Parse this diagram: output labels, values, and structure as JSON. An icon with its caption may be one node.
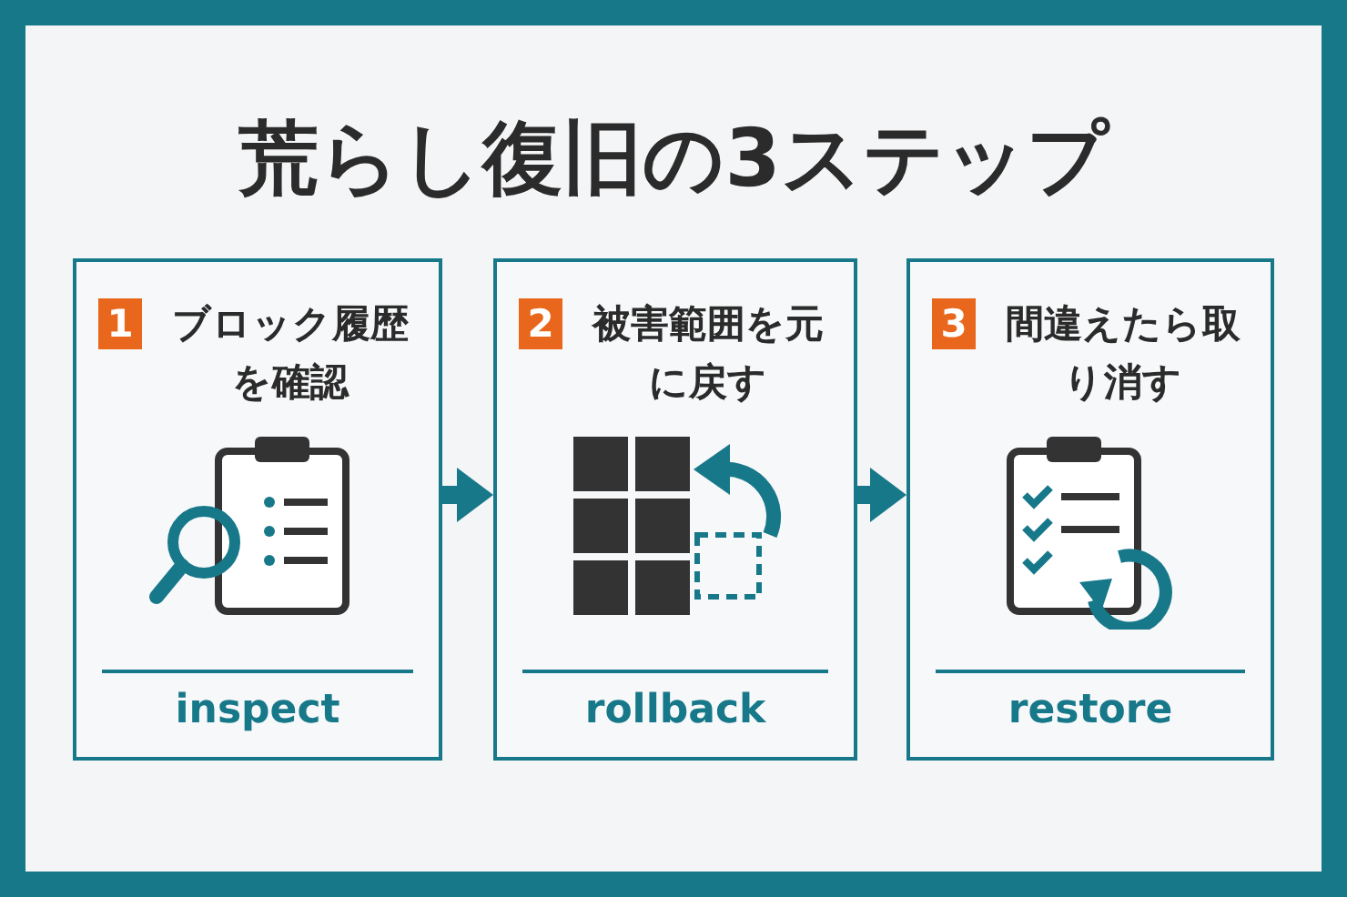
{
  "diagram": {
    "title": "荒らし復旧の3ステップ",
    "nodes": [
      {
        "text": [
          "1",
          "ブロック履歴を確認",
          "inspect"
        ]
      },
      {
        "text": [
          "2",
          "被害範囲を元に戻す",
          "rollback"
        ]
      },
      {
        "text": [
          "3",
          "間違えたら取り消す",
          "restore"
        ]
      }
    ],
    "edges": [
      {
        "from": 0,
        "to": 1,
        "arrow": "to"
      },
      {
        "from": 1,
        "to": 2,
        "arrow": "to"
      }
    ]
  }
}
